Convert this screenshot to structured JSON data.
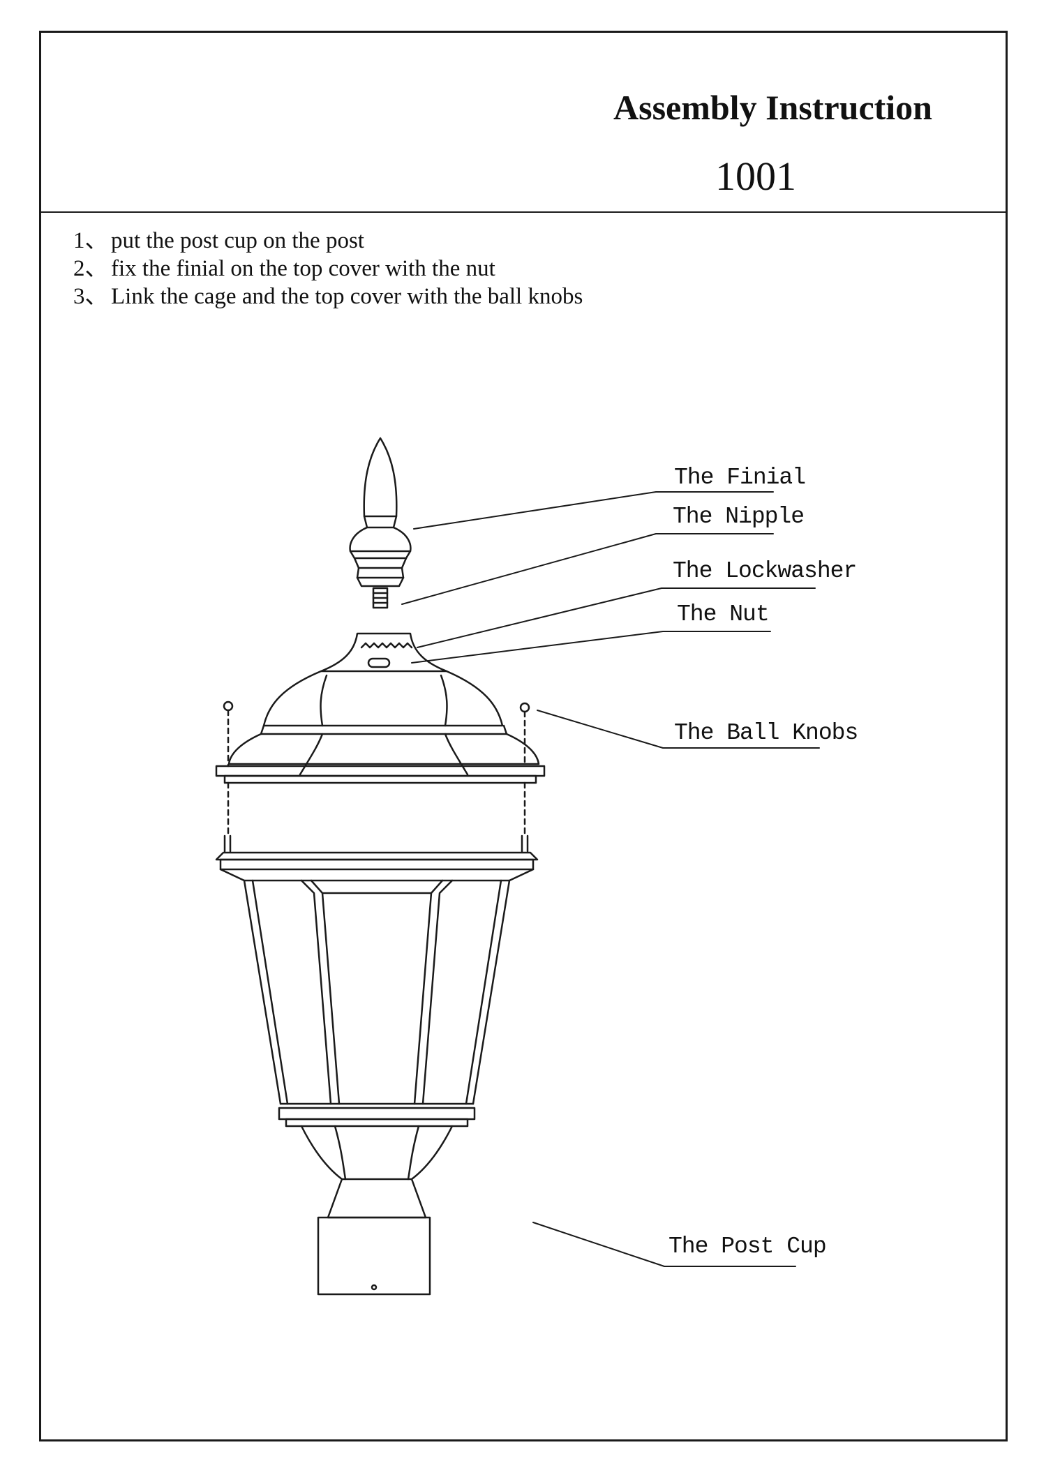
{
  "header": {
    "title": "Assembly Instruction",
    "code": "1001"
  },
  "steps": [
    {
      "num": "1、",
      "text": "put the post cup on the post"
    },
    {
      "num": "2、",
      "text": "fix the finial on the top cover with the nut"
    },
    {
      "num": "3、",
      "text": "Link the cage and the top cover with the ball knobs"
    }
  ],
  "callouts": {
    "finial": "The Finial",
    "nipple": "The Nipple",
    "lockwasher": "The Lockwasher",
    "nut": "The Nut",
    "ball_knobs": "The Ball Knobs",
    "post_cup": "The Post Cup"
  }
}
